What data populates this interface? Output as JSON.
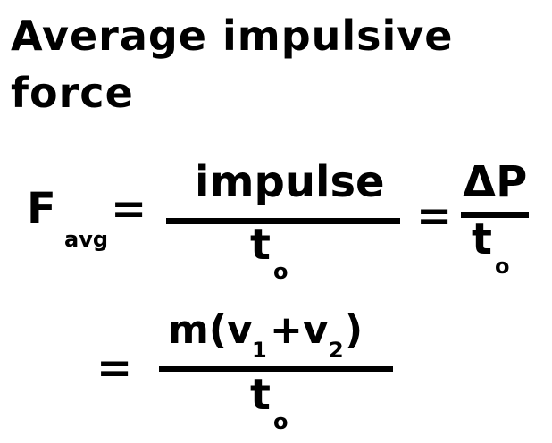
{
  "title": "Average impulsive force",
  "eq1": {
    "lhs_symbol": "F",
    "lhs_subscript": "avg",
    "equals": "=",
    "numerator": "impulse",
    "denominator_symbol": "t",
    "denominator_subscript": "o",
    "equals2": "=",
    "numerator2": "ΔP",
    "denominator2_symbol": "t",
    "denominator2_subscript": "o"
  },
  "eq2": {
    "equals": "=",
    "numerator_prefix": "m(v",
    "sub1": "1",
    "plus": "+v",
    "sub2": "2",
    "close": ")",
    "denominator_symbol": "t",
    "denominator_subscript": "o"
  }
}
